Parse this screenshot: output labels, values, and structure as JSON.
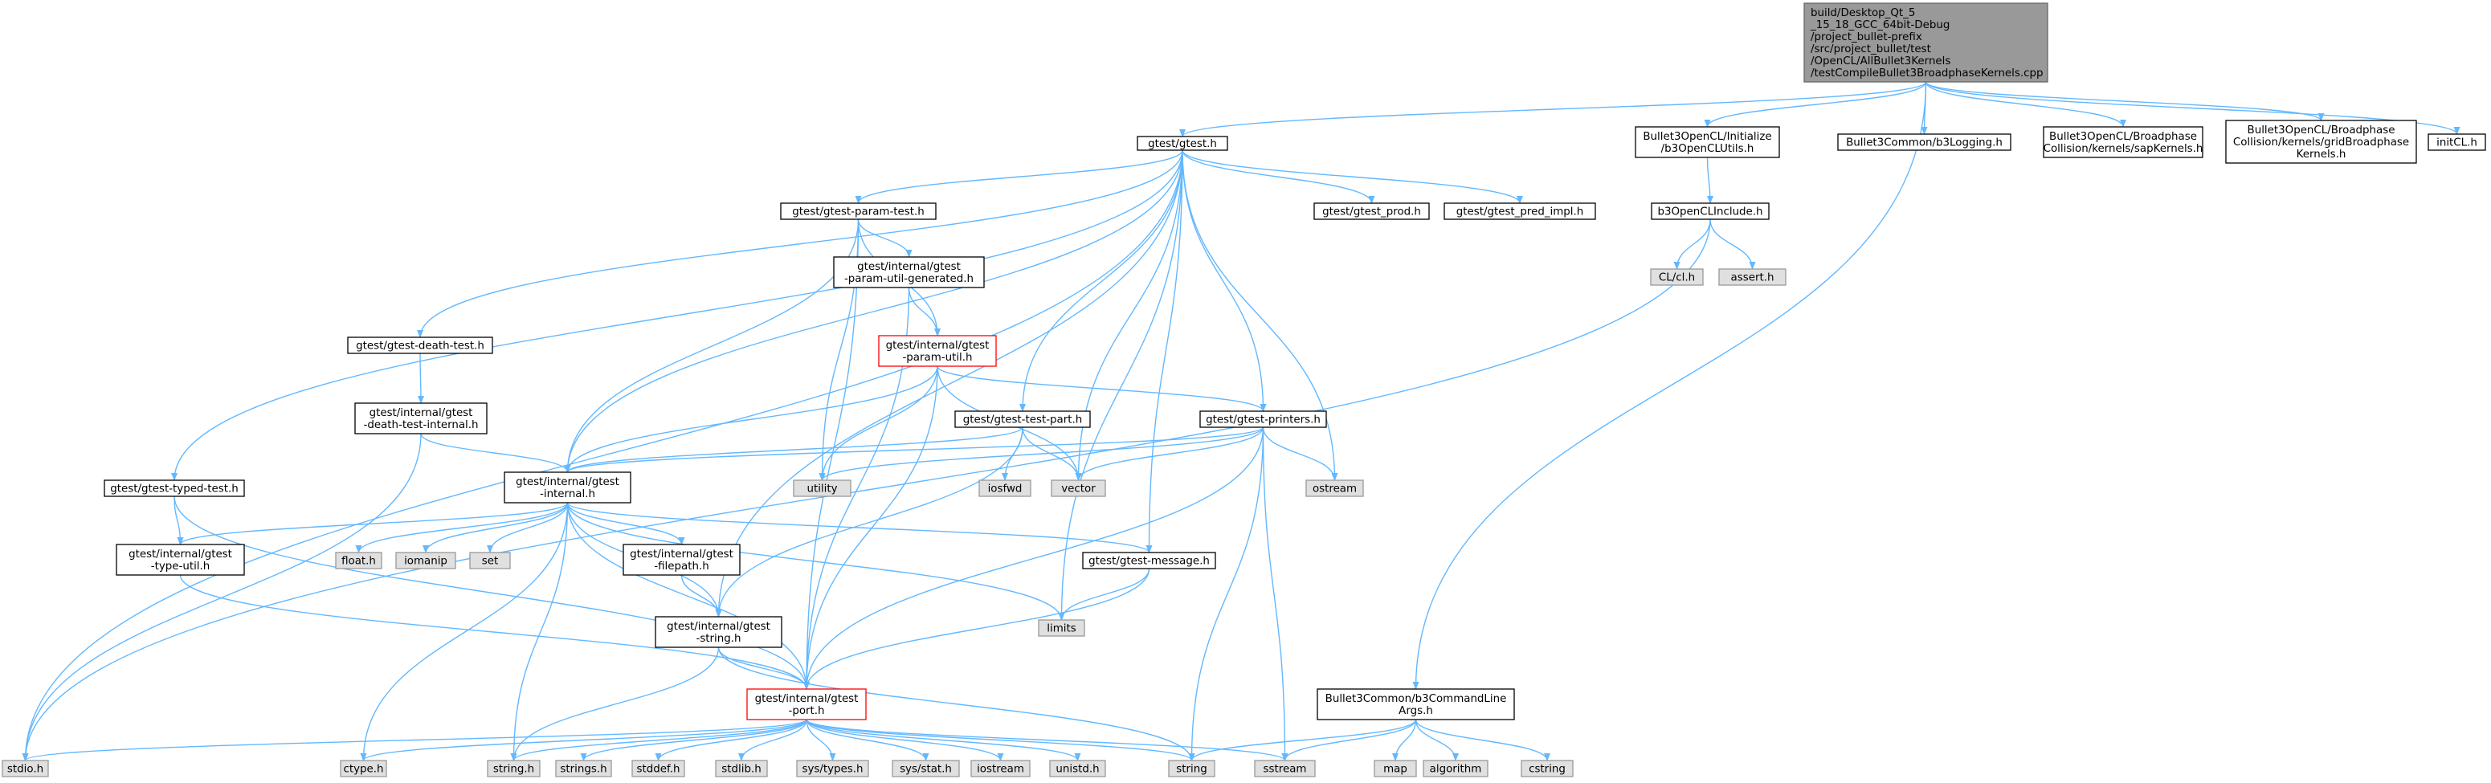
{
  "colors": {
    "edge": "#63b8ff",
    "root_fill": "#999999",
    "root_stroke": "#666666",
    "header_fill": "#ffffff",
    "header_stroke": "#000000",
    "system_fill": "#e0e0e0",
    "system_stroke": "#999999",
    "truncated_stroke": "#ff0000",
    "background": "#ffffff"
  },
  "nodes": {
    "root": {
      "lines": [
        "build/Desktop_Qt_5",
        "_15_18_GCC_64bit-Debug",
        "/project_bullet-prefix",
        "/src/project_bullet/test",
        "/OpenCL/AllBullet3Kernels",
        "/testCompileBullet3BroadphaseKernels.cpp"
      ],
      "kind": "root"
    },
    "gtest": {
      "lines": [
        "gtest/gtest.h"
      ],
      "kind": "header"
    },
    "b3utils": {
      "lines": [
        "Bullet3OpenCL/Initialize",
        "/b3OpenCLUtils.h"
      ],
      "kind": "header"
    },
    "b3logging": {
      "lines": [
        "Bullet3Common/b3Logging.h"
      ],
      "kind": "header"
    },
    "sapkernels": {
      "lines": [
        "Bullet3OpenCL/Broadphase",
        "Collision/kernels/sapKernels.h"
      ],
      "kind": "header"
    },
    "gridkernels": {
      "lines": [
        "Bullet3OpenCL/Broadphase",
        "Collision/kernels/gridBroadphase",
        "Kernels.h"
      ],
      "kind": "header"
    },
    "initcl": {
      "lines": [
        "initCL.h"
      ],
      "kind": "header"
    },
    "paramtest": {
      "lines": [
        "gtest/gtest-param-test.h"
      ],
      "kind": "header"
    },
    "gtestprod": {
      "lines": [
        "gtest/gtest_prod.h"
      ],
      "kind": "header"
    },
    "predimpl": {
      "lines": [
        "gtest/gtest_pred_impl.h"
      ],
      "kind": "header"
    },
    "b3include": {
      "lines": [
        "b3OpenCLInclude.h"
      ],
      "kind": "header"
    },
    "clcl": {
      "lines": [
        "CL/cl.h"
      ],
      "kind": "system"
    },
    "asserth": {
      "lines": [
        "assert.h"
      ],
      "kind": "system"
    },
    "paramgen": {
      "lines": [
        "gtest/internal/gtest",
        "-param-util-generated.h"
      ],
      "kind": "header"
    },
    "deathtest": {
      "lines": [
        "gtest/gtest-death-test.h"
      ],
      "kind": "header"
    },
    "paramutil": {
      "lines": [
        "gtest/internal/gtest",
        "-param-util.h"
      ],
      "kind": "truncated"
    },
    "deathinternal": {
      "lines": [
        "gtest/internal/gtest",
        "-death-test-internal.h"
      ],
      "kind": "header"
    },
    "testpart": {
      "lines": [
        "gtest/gtest-test-part.h"
      ],
      "kind": "header"
    },
    "printers": {
      "lines": [
        "gtest/gtest-printers.h"
      ],
      "kind": "header"
    },
    "typedtest": {
      "lines": [
        "gtest/gtest-typed-test.h"
      ],
      "kind": "header"
    },
    "internal": {
      "lines": [
        "gtest/internal/gtest",
        "-internal.h"
      ],
      "kind": "header"
    },
    "utility": {
      "lines": [
        "utility"
      ],
      "kind": "system"
    },
    "iosfwd": {
      "lines": [
        "iosfwd"
      ],
      "kind": "system"
    },
    "vector": {
      "lines": [
        "vector"
      ],
      "kind": "system"
    },
    "ostream": {
      "lines": [
        "ostream"
      ],
      "kind": "system"
    },
    "typeutil": {
      "lines": [
        "gtest/internal/gtest",
        "-type-util.h"
      ],
      "kind": "header"
    },
    "floath": {
      "lines": [
        "float.h"
      ],
      "kind": "system"
    },
    "iomanip": {
      "lines": [
        "iomanip"
      ],
      "kind": "system"
    },
    "set": {
      "lines": [
        "set"
      ],
      "kind": "system"
    },
    "filepath": {
      "lines": [
        "gtest/internal/gtest",
        "-filepath.h"
      ],
      "kind": "header"
    },
    "message": {
      "lines": [
        "gtest/gtest-message.h"
      ],
      "kind": "header"
    },
    "limits": {
      "lines": [
        "limits"
      ],
      "kind": "system"
    },
    "gstring": {
      "lines": [
        "gtest/internal/gtest",
        "-string.h"
      ],
      "kind": "header"
    },
    "port": {
      "lines": [
        "gtest/internal/gtest",
        "-port.h"
      ],
      "kind": "truncated"
    },
    "cmdargs": {
      "lines": [
        "Bullet3Common/b3CommandLine",
        "Args.h"
      ],
      "kind": "header"
    },
    "stdio": {
      "lines": [
        "stdio.h"
      ],
      "kind": "system"
    },
    "ctype": {
      "lines": [
        "ctype.h"
      ],
      "kind": "system"
    },
    "stringh": {
      "lines": [
        "string.h"
      ],
      "kind": "system"
    },
    "stringsh": {
      "lines": [
        "strings.h"
      ],
      "kind": "system"
    },
    "stddef": {
      "lines": [
        "stddef.h"
      ],
      "kind": "system"
    },
    "stdlib": {
      "lines": [
        "stdlib.h"
      ],
      "kind": "system"
    },
    "systypes": {
      "lines": [
        "sys/types.h"
      ],
      "kind": "system"
    },
    "sysstat": {
      "lines": [
        "sys/stat.h"
      ],
      "kind": "system"
    },
    "iostream": {
      "lines": [
        "iostream"
      ],
      "kind": "system"
    },
    "unistd": {
      "lines": [
        "unistd.h"
      ],
      "kind": "system"
    },
    "string": {
      "lines": [
        "string"
      ],
      "kind": "system"
    },
    "sstream": {
      "lines": [
        "sstream"
      ],
      "kind": "system"
    },
    "map": {
      "lines": [
        "map"
      ],
      "kind": "system"
    },
    "algorithm": {
      "lines": [
        "algorithm"
      ],
      "kind": "system"
    },
    "cstring": {
      "lines": [
        "cstring"
      ],
      "kind": "system"
    }
  },
  "edges": [
    [
      "root",
      "gtest"
    ],
    [
      "root",
      "b3utils"
    ],
    [
      "root",
      "b3logging"
    ],
    [
      "root",
      "sapkernels"
    ],
    [
      "root",
      "gridkernels"
    ],
    [
      "root",
      "initcl"
    ],
    [
      "root",
      "cmdargs"
    ],
    [
      "gtest",
      "paramtest"
    ],
    [
      "gtest",
      "gtestprod"
    ],
    [
      "gtest",
      "predimpl"
    ],
    [
      "gtest",
      "deathtest"
    ],
    [
      "gtest",
      "testpart"
    ],
    [
      "gtest",
      "printers"
    ],
    [
      "gtest",
      "typedtest"
    ],
    [
      "gtest",
      "internal"
    ],
    [
      "gtest",
      "gstring"
    ],
    [
      "gtest",
      "message"
    ],
    [
      "gtest",
      "vector"
    ],
    [
      "gtest",
      "ostream"
    ],
    [
      "gtest",
      "limits"
    ],
    [
      "gtest",
      "stdio"
    ],
    [
      "b3utils",
      "b3include"
    ],
    [
      "b3include",
      "clcl"
    ],
    [
      "b3include",
      "asserth"
    ],
    [
      "b3include",
      "stdio"
    ],
    [
      "paramtest",
      "paramgen"
    ],
    [
      "paramtest",
      "paramutil"
    ],
    [
      "paramtest",
      "internal"
    ],
    [
      "paramtest",
      "port"
    ],
    [
      "paramtest",
      "utility"
    ],
    [
      "paramgen",
      "paramutil"
    ],
    [
      "paramgen",
      "port"
    ],
    [
      "paramutil",
      "internal"
    ],
    [
      "paramutil",
      "printers"
    ],
    [
      "paramutil",
      "port"
    ],
    [
      "paramutil",
      "utility"
    ],
    [
      "paramutil",
      "vector"
    ],
    [
      "deathtest",
      "deathinternal"
    ],
    [
      "deathinternal",
      "internal"
    ],
    [
      "deathinternal",
      "stdio"
    ],
    [
      "testpart",
      "internal"
    ],
    [
      "testpart",
      "gstring"
    ],
    [
      "testpart",
      "iosfwd"
    ],
    [
      "testpart",
      "vector"
    ],
    [
      "printers",
      "internal"
    ],
    [
      "printers",
      "port"
    ],
    [
      "printers",
      "utility"
    ],
    [
      "printers",
      "vector"
    ],
    [
      "printers",
      "ostream"
    ],
    [
      "printers",
      "string"
    ],
    [
      "printers",
      "sstream"
    ],
    [
      "typedtest",
      "typeutil"
    ],
    [
      "typedtest",
      "port"
    ],
    [
      "internal",
      "typeutil"
    ],
    [
      "internal",
      "floath"
    ],
    [
      "internal",
      "iomanip"
    ],
    [
      "internal",
      "set"
    ],
    [
      "internal",
      "filepath"
    ],
    [
      "internal",
      "message"
    ],
    [
      "internal",
      "limits"
    ],
    [
      "internal",
      "gstring"
    ],
    [
      "internal",
      "port"
    ],
    [
      "internal",
      "ctype"
    ],
    [
      "internal",
      "stringh"
    ],
    [
      "typeutil",
      "port"
    ],
    [
      "filepath",
      "gstring"
    ],
    [
      "message",
      "limits"
    ],
    [
      "message",
      "port"
    ],
    [
      "gstring",
      "port"
    ],
    [
      "gstring",
      "stringh"
    ],
    [
      "gstring",
      "string"
    ],
    [
      "port",
      "stdio"
    ],
    [
      "port",
      "ctype"
    ],
    [
      "port",
      "stringh"
    ],
    [
      "port",
      "stringsh"
    ],
    [
      "port",
      "stddef"
    ],
    [
      "port",
      "stdlib"
    ],
    [
      "port",
      "systypes"
    ],
    [
      "port",
      "sysstat"
    ],
    [
      "port",
      "iostream"
    ],
    [
      "port",
      "unistd"
    ],
    [
      "port",
      "string"
    ],
    [
      "port",
      "sstream"
    ],
    [
      "cmdargs",
      "string"
    ],
    [
      "cmdargs",
      "sstream"
    ],
    [
      "cmdargs",
      "map"
    ],
    [
      "cmdargs",
      "algorithm"
    ],
    [
      "cmdargs",
      "cstring"
    ]
  ]
}
